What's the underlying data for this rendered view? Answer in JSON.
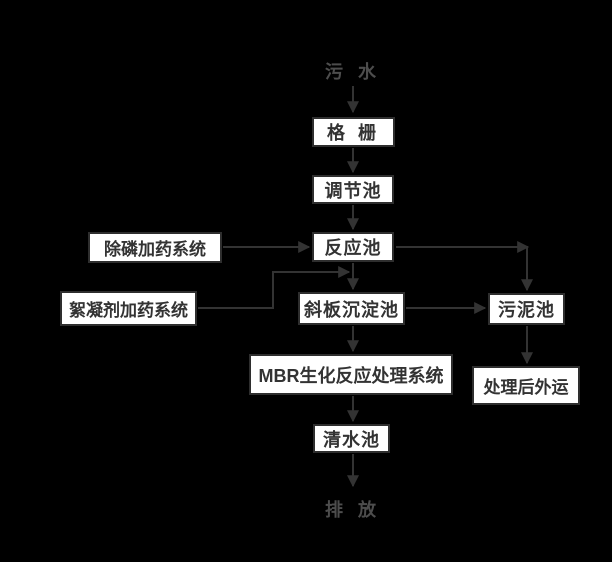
{
  "diagram": {
    "type": "flowchart",
    "subject": "wastewater treatment process flow"
  },
  "terminals": {
    "influent": "污 水",
    "effluent": "排 放"
  },
  "nodes": {
    "grid": "格 栅",
    "regulation": "调节池",
    "reaction": "反应池",
    "phosphorus_dosing": "除磷加药系统",
    "flocculant_dosing": "絮凝剂加药系统",
    "inclined_plate": "斜板沉淀池",
    "sludge": "污泥池",
    "mbr": "MBR生化反应处理系统",
    "transport": "处理后外运",
    "clear_water": "清水池"
  },
  "edges": [
    {
      "from": "污水",
      "to": "格栅"
    },
    {
      "from": "格栅",
      "to": "调节池"
    },
    {
      "from": "调节池",
      "to": "反应池"
    },
    {
      "from": "除磷加药系统",
      "to": "反应池"
    },
    {
      "from": "反应池",
      "to": "斜板沉淀池"
    },
    {
      "from": "反应池",
      "to": "污泥池"
    },
    {
      "from": "絮凝剂加药系统",
      "to": "斜板沉淀池"
    },
    {
      "from": "斜板沉淀池",
      "to": "污泥池"
    },
    {
      "from": "斜板沉淀池",
      "to": "MBR生化反应处理系统"
    },
    {
      "from": "污泥池",
      "to": "处理后外运"
    },
    {
      "from": "MBR生化反应处理系统",
      "to": "清水池"
    },
    {
      "from": "清水池",
      "to": "排放"
    }
  ],
  "colors": {
    "background": "#000000",
    "box_fill": "#ffffff",
    "box_border": "#2e2e2e",
    "box_text": "#333333",
    "line": "#333333",
    "terminal_text": "#4d4d4d"
  }
}
